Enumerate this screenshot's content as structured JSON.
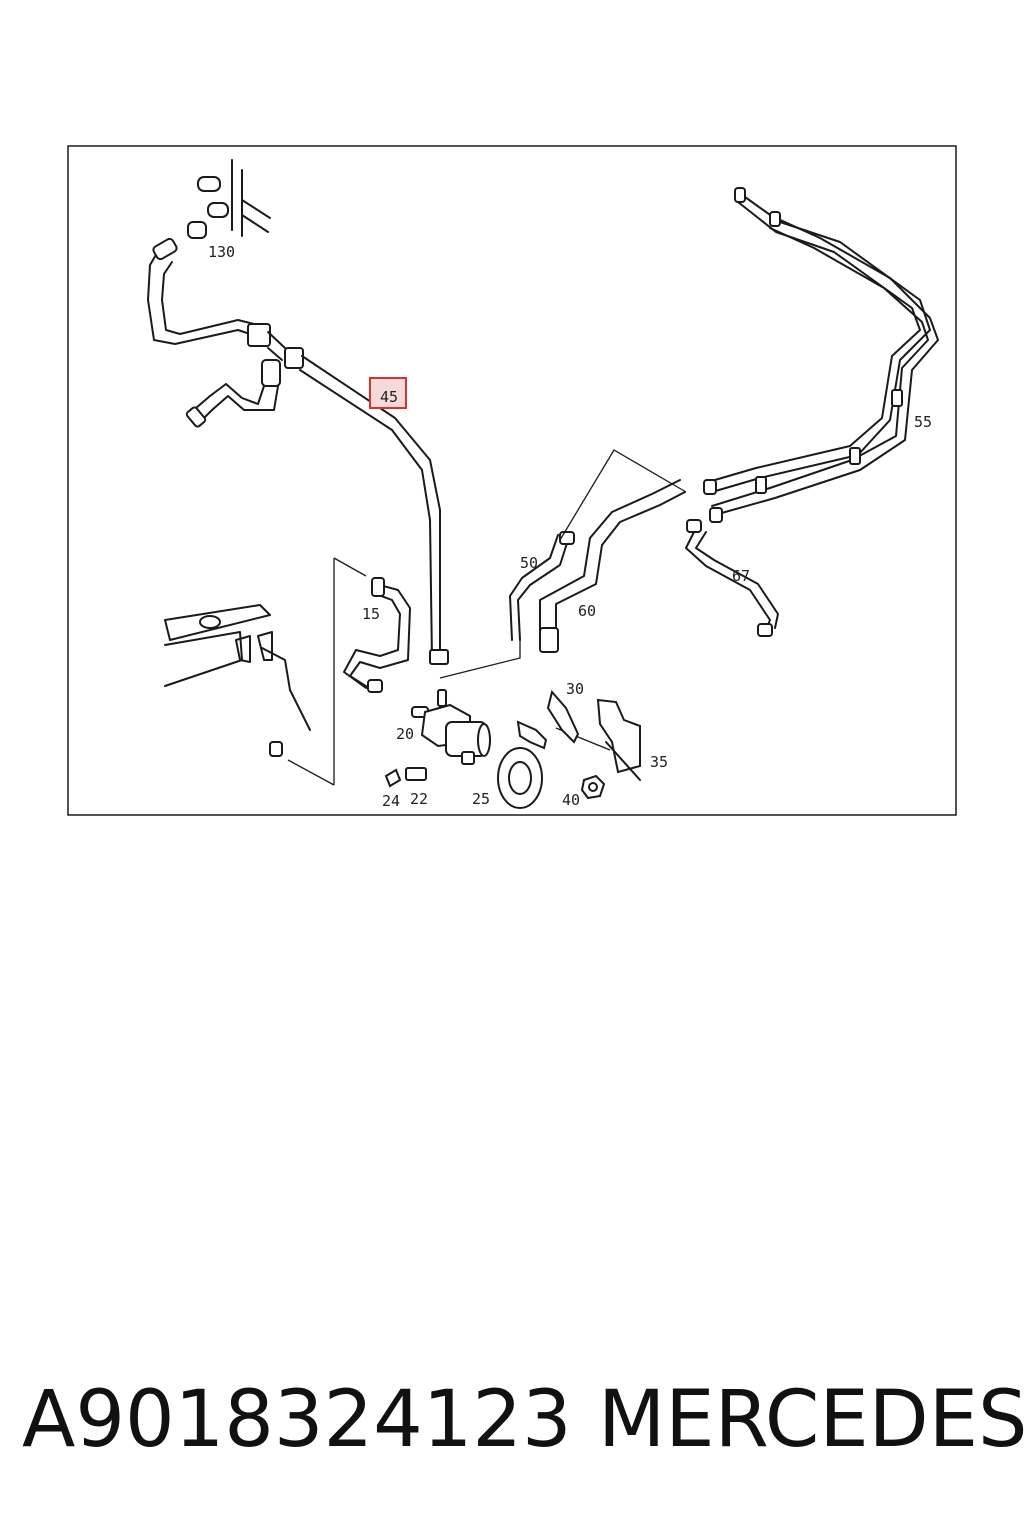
{
  "diagram": {
    "highlight_color": "#d9322b",
    "highlight_fill": "#f6d9d9",
    "highlighted_part": "45",
    "labels": {
      "p130": "130",
      "p45": "45",
      "p55": "55",
      "p50": "50",
      "p60": "60",
      "p67": "67",
      "p15": "15",
      "p20": "20",
      "p30": "30",
      "p35": "35",
      "p24": "24",
      "p22": "22",
      "p25": "25",
      "p40": "40"
    }
  },
  "footer": {
    "part_number": "A9018324123",
    "brand": "MERCEDES"
  }
}
